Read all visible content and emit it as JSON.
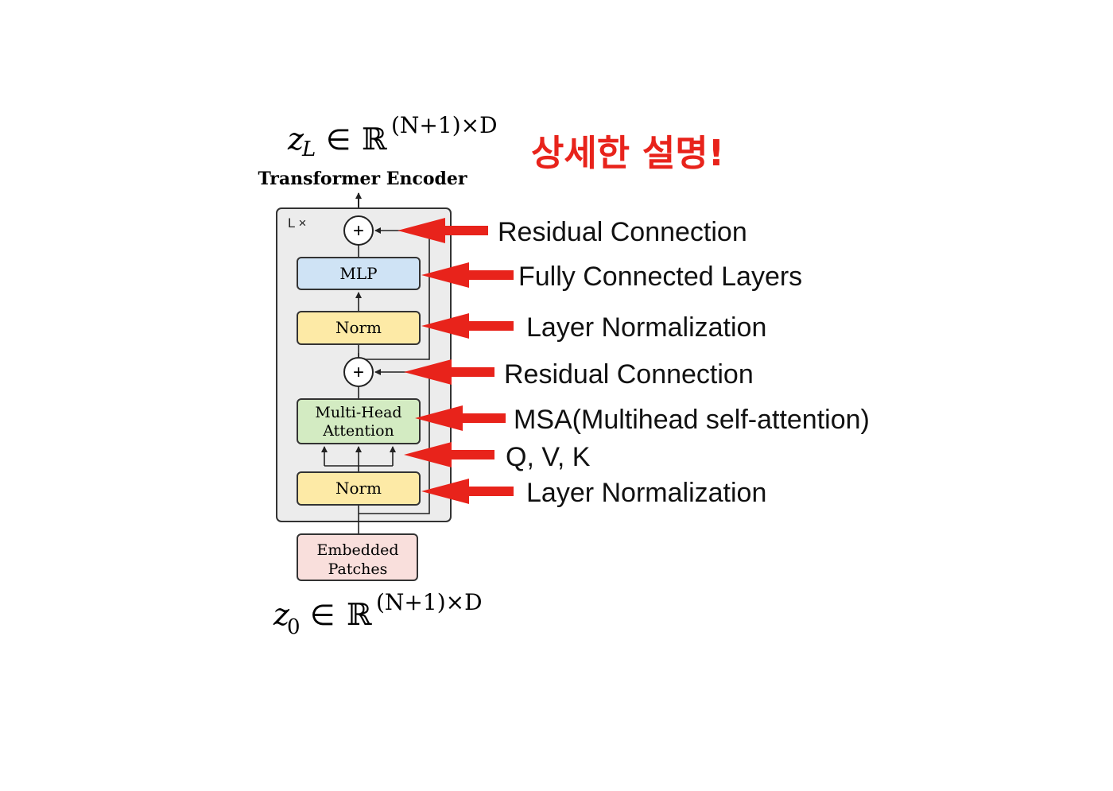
{
  "colors": {
    "accent_red": "#e8231b",
    "mlp_fill": "#cfe3f5",
    "norm_fill": "#fdeaa6",
    "mha_fill": "#d3ebc2",
    "embed_fill": "#f9dfdc",
    "block_bg": "#ececec",
    "line": "#222222"
  },
  "heading_korean": "상세한 설명!",
  "output_formula": {
    "var": "z",
    "sub": "L",
    "elem": "∈",
    "set": "ℝ",
    "sup": "(N+1)×D"
  },
  "input_formula": {
    "var": "z",
    "sub": "0",
    "elem": "∈",
    "set": "ℝ",
    "sup": "(N+1)×D"
  },
  "encoder": {
    "title": "Transformer Encoder",
    "repeat_label": "L ×",
    "plus_symbol": "+",
    "mlp": "MLP",
    "norm_top": "Norm",
    "mha_line1": "Multi-Head",
    "mha_line2": "Attention",
    "norm_bottom": "Norm"
  },
  "embedded": {
    "line1": "Embedded",
    "line2": "Patches"
  },
  "annotations": [
    "Residual Connection",
    "Fully Connected Layers",
    "Layer Normalization",
    "Residual Connection",
    "MSA(Multihead self-attention)",
    "Q, V, K",
    "Layer Normalization"
  ]
}
